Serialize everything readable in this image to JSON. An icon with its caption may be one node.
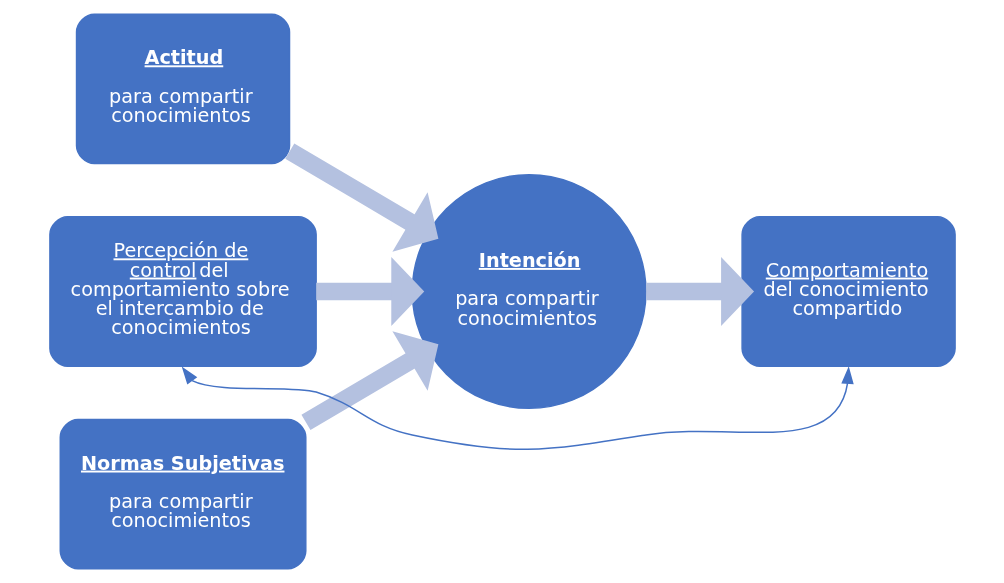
{
  "diagram": {
    "nodes": [
      {
        "text": [
          "Actitud",
          "para compartir conocimientos"
        ]
      },
      {
        "text": [
          "Normas Subjetivas",
          "para compartir conocimientos"
        ]
      },
      {
        "text": [
          "Percepción de control",
          "del comportamiento sobre el intercambio de conocimientos"
        ]
      },
      {
        "text": [
          "Intención",
          "para compartir conocimientos"
        ]
      },
      {
        "text": [
          "Comportamiento",
          "del conocimiento compartido"
        ]
      }
    ],
    "edges": [
      {
        "from": 0,
        "to": 3,
        "arrow": "to"
      },
      {
        "from": 1,
        "to": 3,
        "arrow": "to"
      },
      {
        "from": 2,
        "to": 3,
        "arrow": "to"
      },
      {
        "from": 3,
        "to": 4,
        "arrow": "to"
      },
      {
        "from": 4,
        "to": 2,
        "arrow": "both",
        "color": "#4472c4"
      }
    ]
  }
}
